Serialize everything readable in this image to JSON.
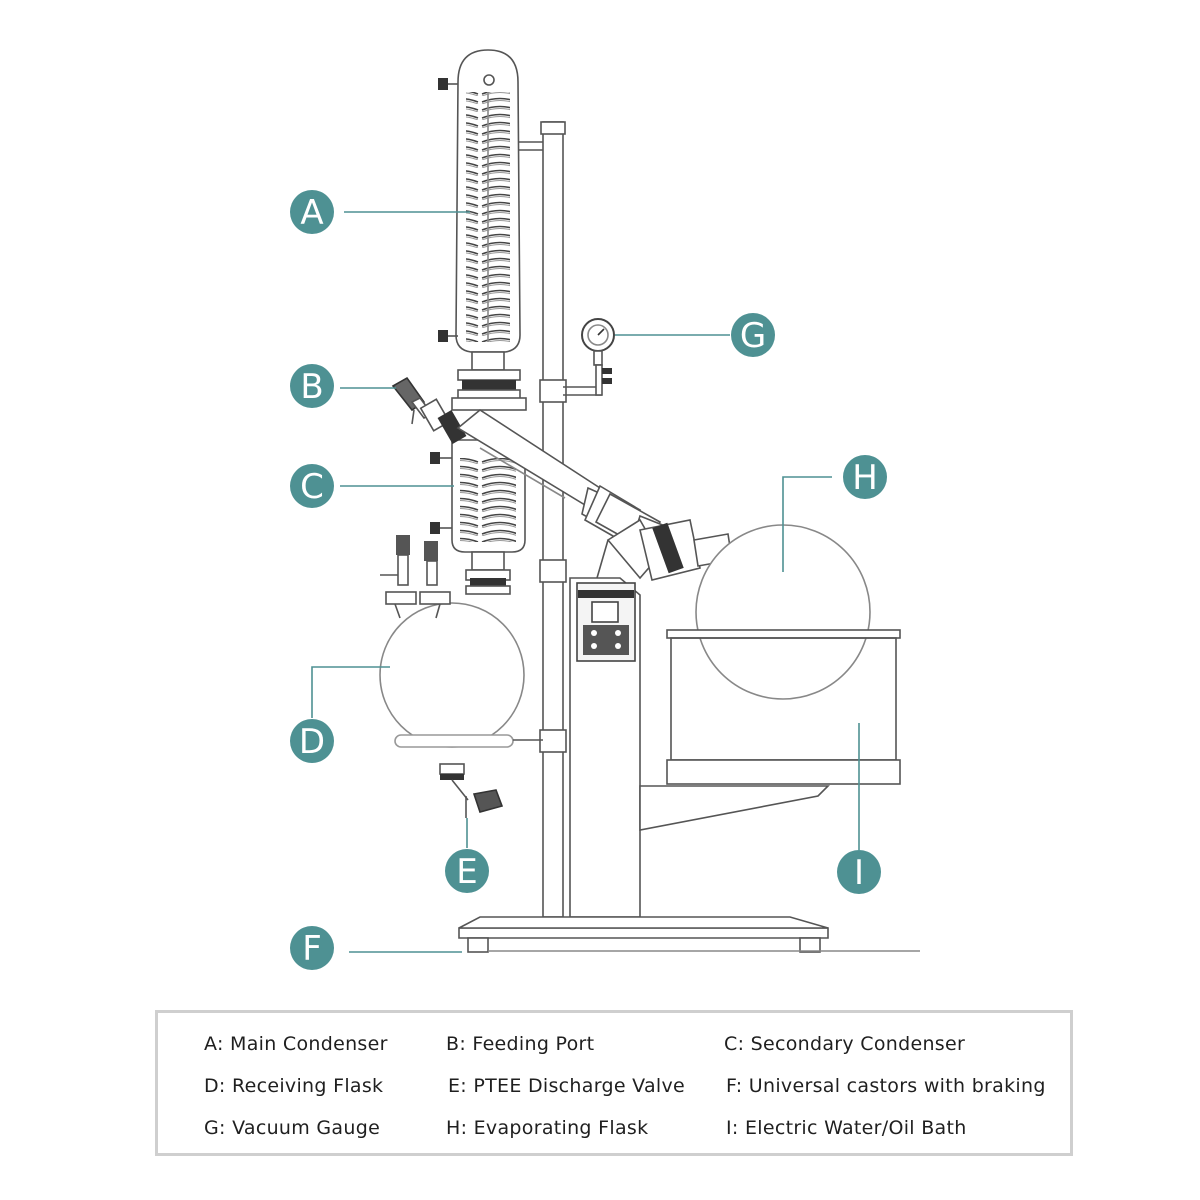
{
  "colors": {
    "callout": "#4e9193",
    "line": "#555555",
    "glass": "#bbbbbb",
    "legend_border": "#cfcfcf"
  },
  "callouts": [
    {
      "id": "A",
      "letter": "A"
    },
    {
      "id": "B",
      "letter": "B"
    },
    {
      "id": "C",
      "letter": "C"
    },
    {
      "id": "D",
      "letter": "D"
    },
    {
      "id": "E",
      "letter": "E"
    },
    {
      "id": "F",
      "letter": "F"
    },
    {
      "id": "G",
      "letter": "G"
    },
    {
      "id": "H",
      "letter": "H"
    },
    {
      "id": "I",
      "letter": "I"
    }
  ],
  "legend": {
    "items": [
      "A: Main Condenser",
      "B: Feeding Port",
      "C:  Secondary Condenser",
      "D: Receiving Flask",
      "E: PTEE Discharge Valve",
      "F: Universal castors with braking",
      "G: Vacuum Gauge",
      "H: Evaporating Flask",
      "I: Electric Water/Oil Bath"
    ]
  },
  "icons": [
    "vacuum-gauge-icon",
    "control-panel-icon"
  ]
}
